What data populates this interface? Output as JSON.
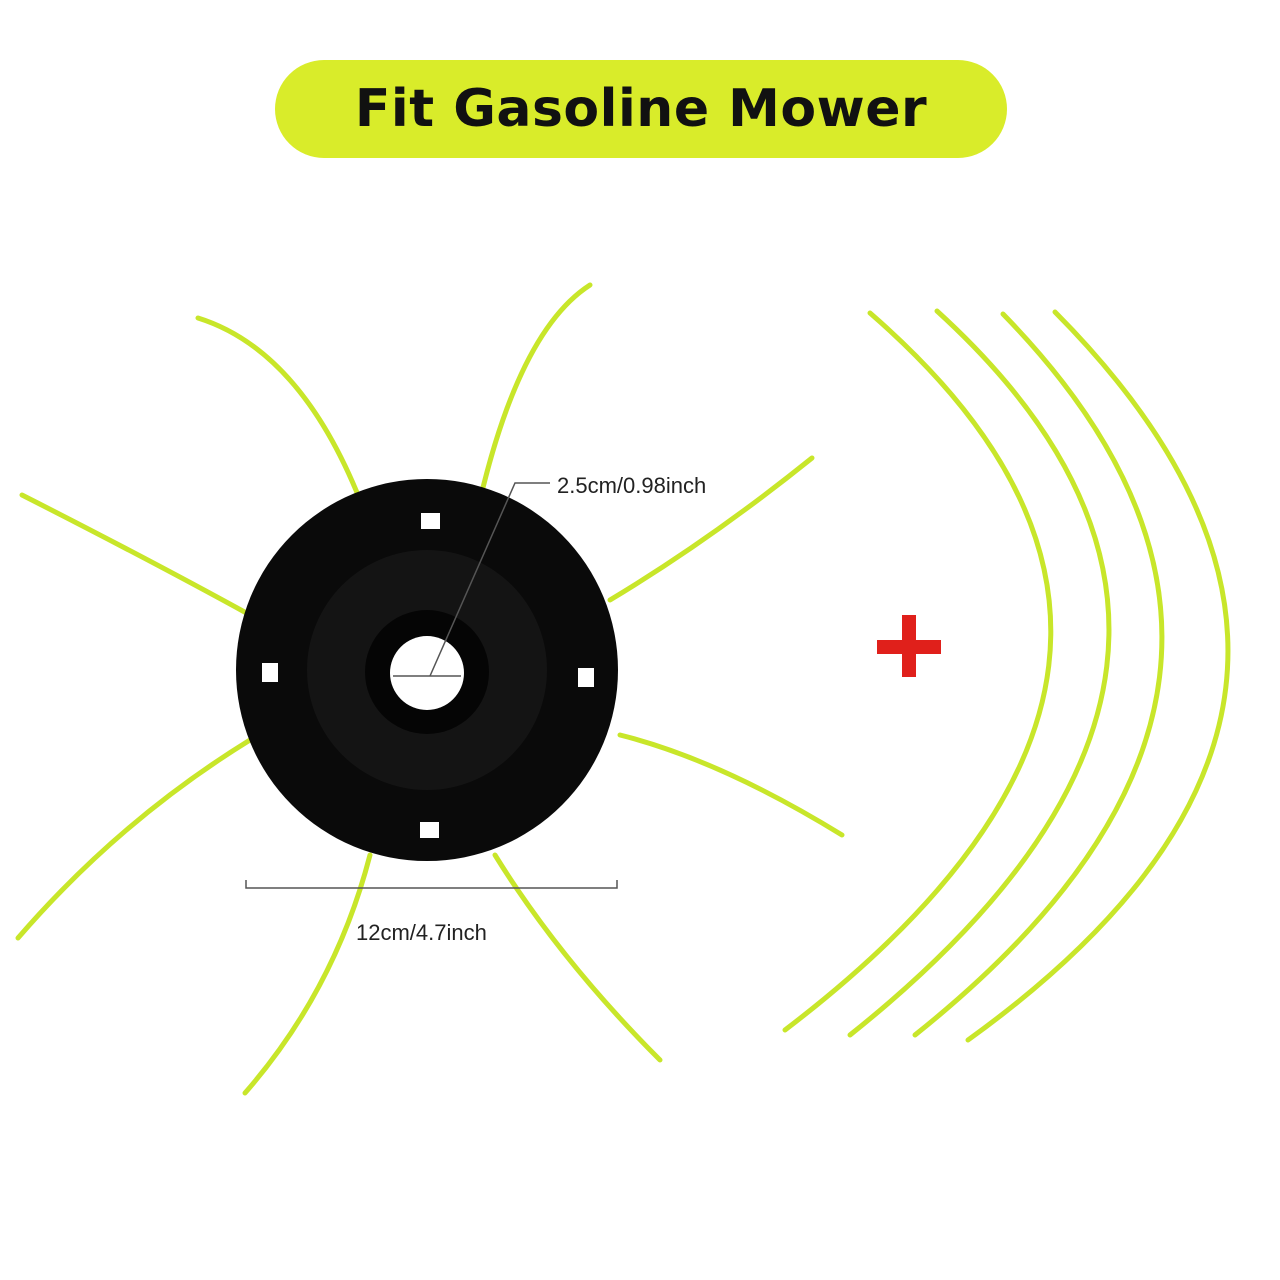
{
  "title": "Fit Gasoline Mower",
  "hole_label": "2.5cm/0.98inch",
  "diameter_label": "12cm/4.7inch",
  "colors": {
    "accent_yellow": "#d9ec2a",
    "line_green": "#c8e62a",
    "disc_black": "#0a0a0a",
    "plus_red": "#e0201b"
  },
  "icons": {
    "plus": "plus-icon"
  }
}
